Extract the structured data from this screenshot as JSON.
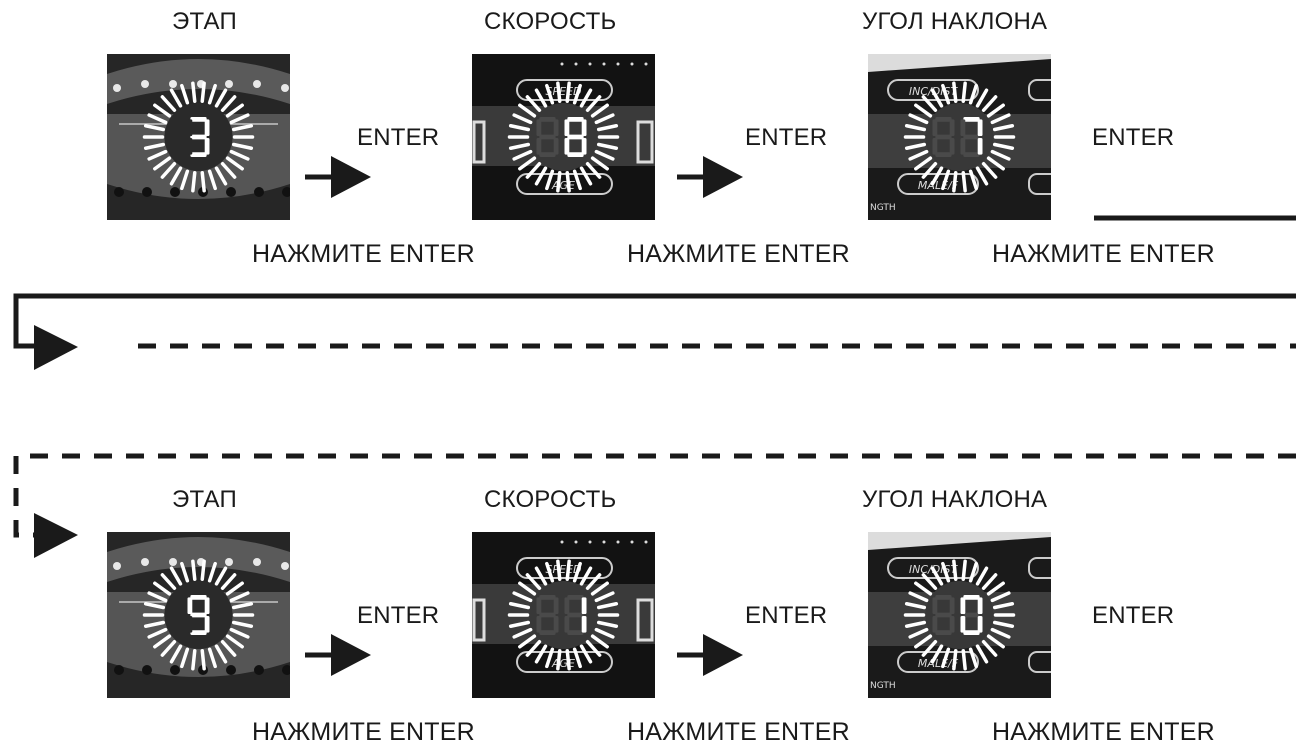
{
  "rows": [
    {
      "steps": [
        {
          "title": "ЭТАП",
          "type": "stage",
          "digit": "3",
          "press": "НАЖМИТЕ ENTER"
        },
        {
          "title": "СКОРОСТЬ",
          "type": "speed",
          "digit": "8",
          "press": "НАЖМИТЕ ENTER",
          "top_label": "SPEED",
          "bottom_label": "AGE"
        },
        {
          "title": "УГОЛ НАКЛОНА",
          "type": "incline",
          "digit": "7",
          "press": "НАЖМИТЕ ENTER",
          "top_label": "INC/DIST",
          "bottom_label": "MALE/F",
          "corner_label": "NGTH"
        }
      ],
      "enter_labels": [
        "ENTER",
        "ENTER",
        "ENTER"
      ]
    },
    {
      "steps": [
        {
          "title": "ЭТАП",
          "type": "stage",
          "digit": "9",
          "press": "НАЖМИТЕ ENTER"
        },
        {
          "title": "СКОРОСТЬ",
          "type": "speed",
          "digit": "1",
          "press": "НАЖМИТЕ ENTER",
          "top_label": "SPEED",
          "bottom_label": "AGE"
        },
        {
          "title": "УГОЛ НАКЛОНА",
          "type": "incline",
          "digit": "0",
          "press": "НАЖМИТЕ ENTER",
          "top_label": "INC/DIST",
          "bottom_label": "MALE/F",
          "corner_label": "NGTH"
        }
      ],
      "enter_labels": [
        "ENTER",
        "ENTER",
        "ENTER"
      ]
    }
  ],
  "colors": {
    "panel": "#1c1c1c",
    "band": "#4a4a4a",
    "digit": "#ffffff",
    "line": "#1a1a1a"
  },
  "icons": [
    "arrow-right-icon",
    "glow-rays-icon",
    "seven-segment-digit-icon"
  ]
}
